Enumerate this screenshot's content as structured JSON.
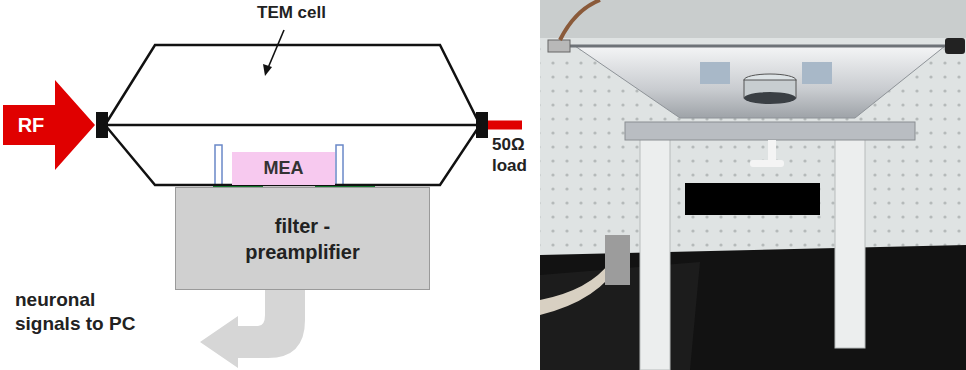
{
  "diagram": {
    "nodes": [
      {
        "text": [
          "RF"
        ]
      },
      {
        "text": [
          "TEM cell"
        ]
      },
      {
        "text": [
          "MEA"
        ],
        "in": 1
      },
      {
        "text": [
          "filter - preamplifier"
        ]
      }
    ],
    "labels": [
      "50Ω load",
      "neuronal signals to PC"
    ]
  }
}
